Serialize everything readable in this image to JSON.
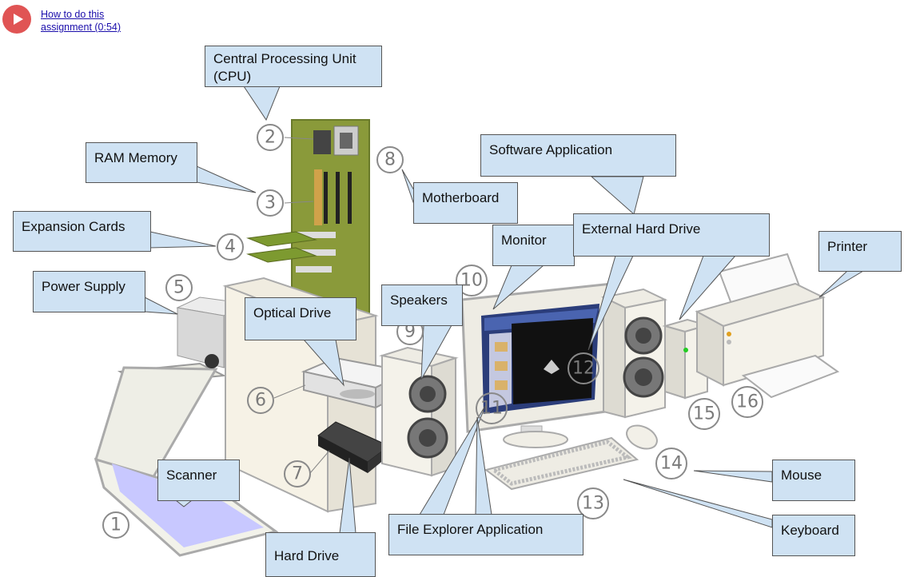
{
  "header": {
    "play_icon": "play-icon",
    "link_text": "How to do this assignment (0:54)"
  },
  "colors": {
    "callout_bg": "#cfe2f3",
    "play_button": "#e05454",
    "number_circle": "#7a7a7a"
  },
  "callouts": {
    "cpu": "Central Processing Unit (CPU)",
    "ram": "RAM Memory",
    "expansion": "Expansion Cards",
    "power": "Power Supply",
    "optical": "Optical Drive",
    "speakers": "Speakers",
    "motherboard": "Motherboard",
    "software": "Software Application",
    "monitor": "Monitor",
    "external_hd": "External Hard Drive",
    "printer": "Printer",
    "scanner": "Scanner",
    "hard_drive": "Hard Drive",
    "file_explorer": "File Explorer Application",
    "mouse": "Mouse",
    "keyboard": "Keyboard"
  },
  "numbers": [
    "1",
    "2",
    "3",
    "4",
    "5",
    "6",
    "7",
    "8",
    "9",
    "10",
    "11",
    "12",
    "13",
    "14",
    "15",
    "16"
  ]
}
